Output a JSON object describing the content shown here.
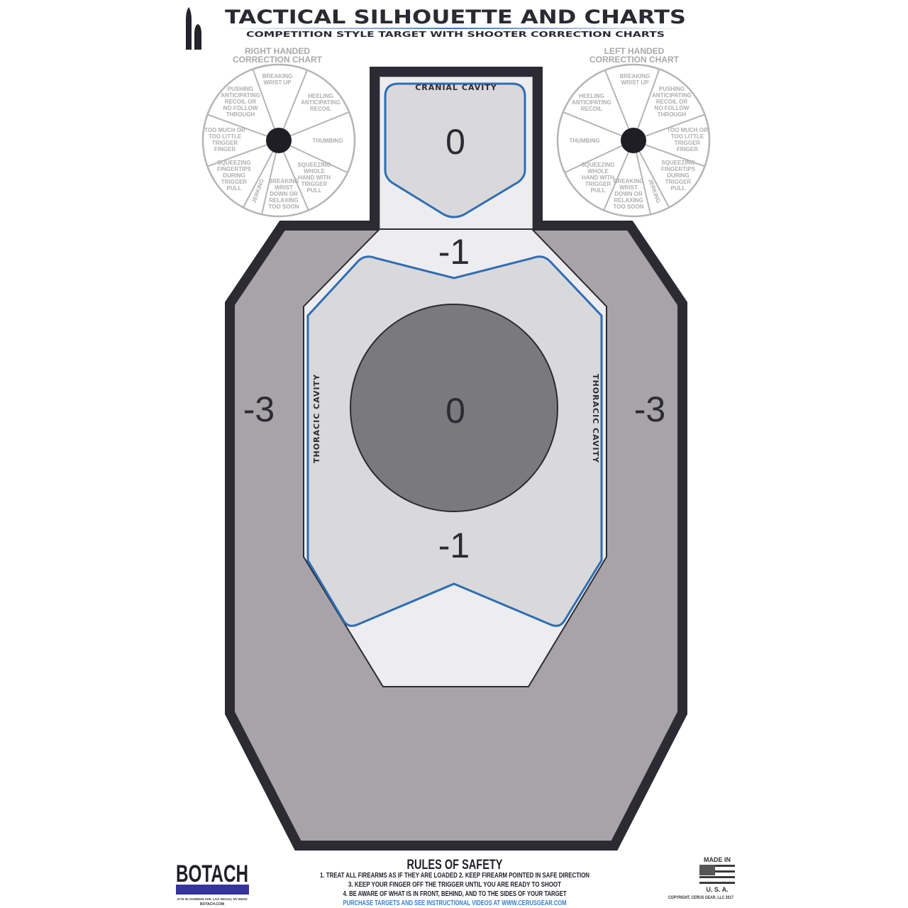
{
  "header": {
    "title": "TACTICAL SILHOUETTE AND CHARTS",
    "subtitle": "COMPETITION STYLE TARGET WITH  SHOOTER CORRECTION CHARTS",
    "logo_icon": "bullets-icon"
  },
  "target": {
    "cranial_label": "CRANIAL CAVITY",
    "thoracic_label": "THORACIC CAVITY",
    "head_score": "0",
    "upper_chest_score": "-1",
    "center_score": "0",
    "lower_chest_score": "-1",
    "left_outer_score": "-3",
    "right_outer_score": "-3",
    "colors": {
      "outline": "#2c2b33",
      "outer_zone": "#a7a3a8",
      "inner_zone": "#ededf0",
      "cavity": "#d9d9db",
      "center": "#7a797e",
      "cavity_line": "#2f6db3"
    }
  },
  "right_chart": {
    "title_line1": "RIGHT HANDED",
    "title_line2": "CORRECTION CHART",
    "segments": [
      [
        "BREAKING",
        "WRIST UP"
      ],
      [
        "HEELING",
        "ANTICIPATING",
        "RECOIL"
      ],
      [
        "THUMBING"
      ],
      [
        "SQUEEZING",
        "WHOLE",
        "HAND WITH",
        "TRIGGER",
        "PULL"
      ],
      [
        "BREAKING",
        "WRIST",
        "DOWN OR",
        "RELAXING",
        "TOO SOON"
      ],
      [
        "JERKING"
      ],
      [
        "SQUEEZING",
        "FINGERTIPS",
        "DURING",
        "TRIGGER",
        "PULL"
      ],
      [
        "TOO MUCH OR",
        "TOO LITTLE",
        "TRIGGER",
        "FINGER"
      ],
      [
        "PUSHING",
        "ANTICIPATING",
        "RECOIL OR",
        "NO FOLLOW",
        "THROUGH"
      ]
    ]
  },
  "left_chart": {
    "title_line1": "LEFT HANDED",
    "title_line2": "CORRECTION CHART",
    "segments": [
      [
        "BREAKING",
        "WRIST UP"
      ],
      [
        "PUSHING",
        "ANTICIPATING",
        "RECOIL OR",
        "NO FOLLOW",
        "THROUGH"
      ],
      [
        "TOO MUCH OR",
        "TOO LITTLE",
        "TRIGGER",
        "FINGER"
      ],
      [
        "SQUEEZING",
        "FINGERTIPS",
        "DURING",
        "TRIGGER",
        "PULL"
      ],
      [
        "JERKING"
      ],
      [
        "BREAKING",
        "WRIST",
        "DOWN OR",
        "RELAXING",
        "TOO SOON"
      ],
      [
        "SQUEEZING",
        "WHOLE",
        "HAND WITH",
        "TRIGGER",
        "PULL"
      ],
      [
        "THUMBING"
      ],
      [
        "HEELING",
        "ANTICIPATING",
        "RECOIL"
      ]
    ]
  },
  "footer": {
    "brand": "BOTACH",
    "brand_address": "4775 W. HARMON AVE. LAS VEGAS, NV 89103",
    "brand_site": "BOTACH.COM",
    "brand_color": "#34349a",
    "rules_title": "RULES OF SAFETY",
    "rules": [
      "1. TREAT ALL FIREARMS AS IF THEY ARE LOADED   2. KEEP FIREARM POINTED IN SAFE DIRECTION",
      "3. KEEP YOUR FINGER OFF THE TRIGGER UNTIL YOU ARE READY TO SHOOT",
      "4. BE AWARE OF WHAT IS IN FRONT, BEHIND, AND TO THE SIDES OF YOUR TARGET"
    ],
    "link": "PURCHASE TARGETS AND SEE INSTRUCTIONAL VIDEOS AT WWW.CERUSGEAR.COM",
    "link_color": "#3a7fc9",
    "made_in": "MADE IN",
    "country": "U. S. A.",
    "flag_icon": "us-flag-icon",
    "copyright": "COPYRIGHT, CERUS GEAR, LLC 2017"
  }
}
